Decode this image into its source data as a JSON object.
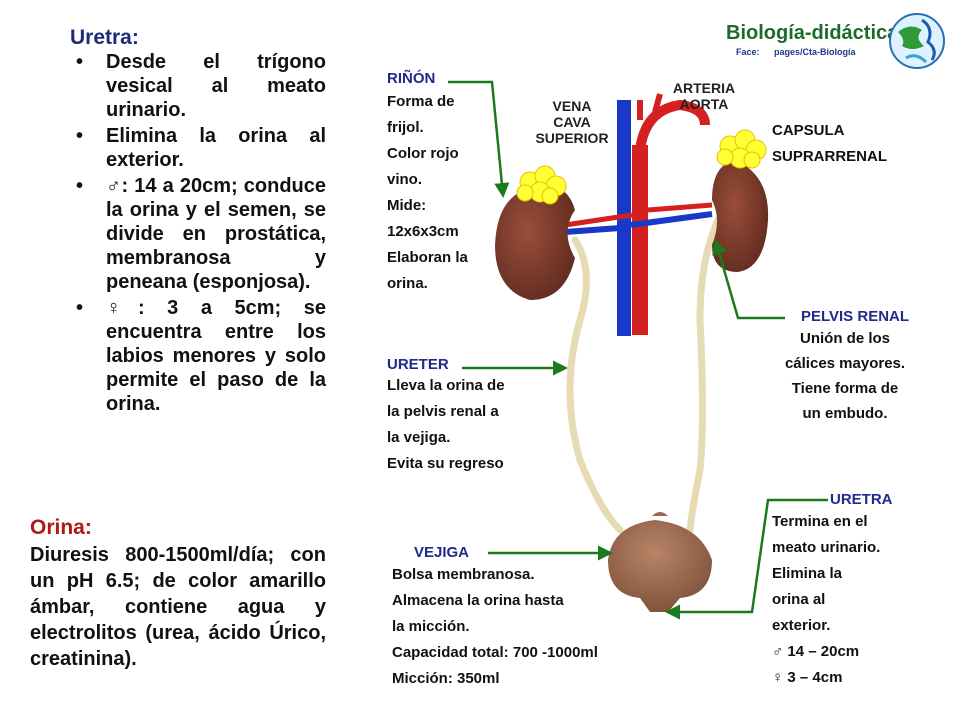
{
  "logo": {
    "title": "Biología-didáctica",
    "subtitle_prefix": "Face:",
    "subtitle": "pages/Cta-Biología"
  },
  "uretra_section": {
    "title": "Uretra:",
    "bullets": [
      "Desde el trígono vesical al meato urinario.",
      "Elimina la orina al exterior.",
      "♂: 14 a 20cm; conduce la orina y el semen, se divide en prostática, membranosa y peneana (esponjosa).",
      "♀: 3 a 5cm; se encuentra entre los labios menores y solo permite el paso de la orina."
    ]
  },
  "orina_section": {
    "title": "Orina:",
    "body": "Diuresis 800-1500ml/día; con un pH 6.5; de color amarillo ámbar, contiene agua y electrolitos (urea, ácido Úrico, creatinina)."
  },
  "diagram": {
    "vena_label": [
      "VENA",
      "CAVA",
      "SUPERIOR"
    ],
    "arteria_label": [
      "ARTERIA",
      "AORTA"
    ],
    "rinon": {
      "title": "RIÑÓN",
      "lines": [
        "Forma de",
        "frijol.",
        "Color rojo",
        "vino.",
        "Mide:",
        "12x6x3cm",
        "Elaboran la",
        "orina."
      ]
    },
    "capsula": {
      "lines": [
        "CAPSULA",
        "SUPRARRENAL"
      ]
    },
    "pelvis": {
      "title": "PELVIS RENAL",
      "lines": [
        "Unión de los",
        "cálices mayores.",
        "Tiene forma de",
        "un embudo."
      ]
    },
    "ureter": {
      "title": "URETER",
      "lines": [
        "Lleva la orina de",
        "la pelvis renal a",
        "la vejiga.",
        "Evita su regreso"
      ]
    },
    "uretra": {
      "title": "URETRA",
      "lines": [
        "Termina en el",
        "meato urinario.",
        "Elimina la",
        "orina al",
        "exterior.",
        "♂ 14 – 20cm",
        "♀ 3 – 4cm"
      ]
    },
    "vejiga": {
      "title": "VEJIGA",
      "lines": [
        "Bolsa membranosa.",
        "Almacena la orina hasta",
        "la micción.",
        "Capacidad total: 700 -1000ml",
        "Micción: 350ml"
      ]
    }
  },
  "colors": {
    "title_blue": "#1f2a7a",
    "orina_red": "#b01818",
    "arrow_green": "#1b7a1b",
    "kidney": "#7a3b2c",
    "artery": "#d42020",
    "vein": "#1838c8",
    "adrenal": "#ffff33",
    "ureter": "#eee2b8",
    "bladder": "#9a6a50"
  }
}
